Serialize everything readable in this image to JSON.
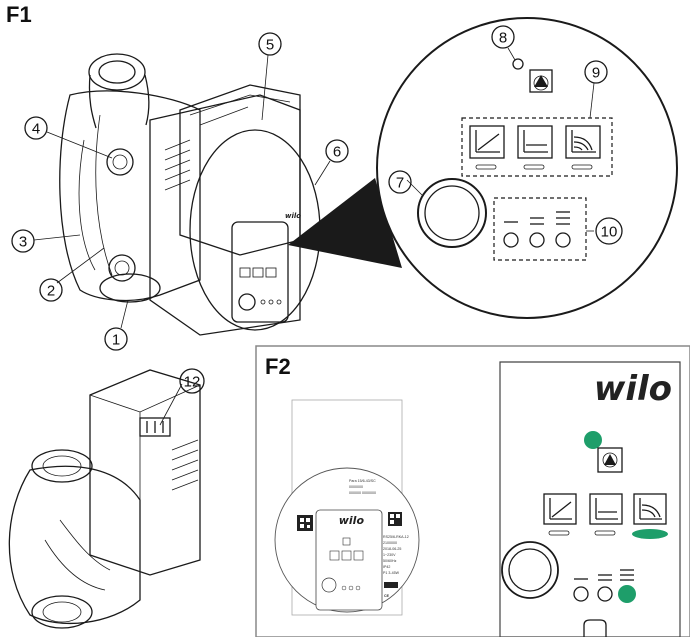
{
  "figures": {
    "f1_label": "F1",
    "f2_label": "F2"
  },
  "callouts": [
    "1",
    "2",
    "3",
    "4",
    "5",
    "6",
    "7",
    "8",
    "9",
    "10",
    "12"
  ],
  "brand": {
    "logo": "wilo",
    "accent_color": "#1e9e6a"
  },
  "nameplate": {
    "product": "Para",
    "lines": [
      "Para 15/6-43/SC",
      "0000000",
      "000000 0000000"
    ],
    "label_lines": [
      "RS25/6-RKA-12",
      "2100000",
      "2018-06-25",
      "1~230V",
      "50/60Hz",
      "IP42",
      "P1 3-45W"
    ]
  },
  "icons": {
    "mode_button": "triangle-in-circle-icon",
    "curves": [
      "variable-pressure-icon",
      "constant-pressure-icon",
      "constant-speed-icon"
    ],
    "speed_bars": [
      "speed-1-icon",
      "speed-2-icon",
      "speed-3-icon"
    ]
  }
}
